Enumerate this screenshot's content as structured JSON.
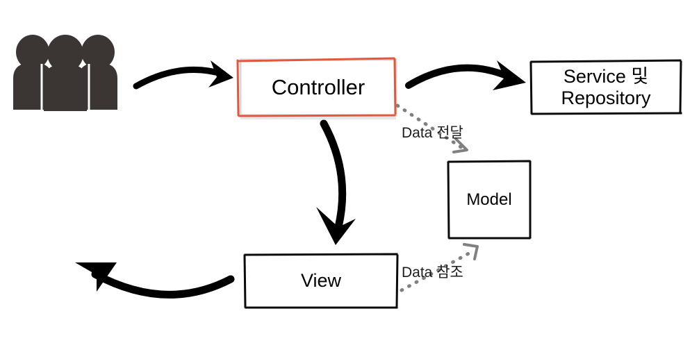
{
  "diagram": {
    "title": "MVC flow diagram",
    "background_color": "#ffffff",
    "nodes": [
      {
        "id": "users",
        "name": "users-icon",
        "label": "",
        "shape": "people-icon",
        "color": "#3b3634"
      },
      {
        "id": "controller",
        "name": "controller-node",
        "label": "Controller",
        "shape": "rectangle",
        "border_color": "#e4573d",
        "inner_border_color": "#cfcfcf",
        "highlighted": true
      },
      {
        "id": "service-repository",
        "name": "service-repository-node",
        "label": "Service 및\nRepository",
        "shape": "rectangle",
        "border_color": "#000000"
      },
      {
        "id": "model",
        "name": "model-node",
        "label": "Model",
        "shape": "rectangle",
        "border_color": "#000000"
      },
      {
        "id": "view",
        "name": "view-node",
        "label": "View",
        "shape": "rectangle",
        "border_color": "#000000"
      }
    ],
    "edges": [
      {
        "id": "users-to-controller",
        "name": "arrow-users-to-controller",
        "from": "users",
        "to": "controller",
        "style": "solid",
        "color": "#000000",
        "label": ""
      },
      {
        "id": "controller-to-service",
        "name": "arrow-controller-to-service",
        "from": "controller",
        "to": "service-repository",
        "style": "solid",
        "color": "#000000",
        "label": ""
      },
      {
        "id": "controller-to-view",
        "name": "arrow-controller-to-view",
        "from": "controller",
        "to": "view",
        "style": "solid",
        "color": "#000000",
        "label": ""
      },
      {
        "id": "view-to-users",
        "name": "arrow-view-to-users",
        "from": "view",
        "to": "users",
        "style": "solid",
        "color": "#000000",
        "label": ""
      },
      {
        "id": "controller-to-model",
        "name": "arrow-controller-to-model",
        "from": "controller",
        "to": "model",
        "style": "dotted",
        "color": "#808080",
        "label": "Data 전달"
      },
      {
        "id": "view-to-model",
        "name": "arrow-view-to-model",
        "from": "view",
        "to": "model",
        "style": "dotted",
        "color": "#808080",
        "label": "Data 참조"
      }
    ]
  },
  "colors": {
    "accent": "#e4573d",
    "icon": "#3b3634",
    "dotted": "#808080",
    "stroke": "#000000"
  }
}
